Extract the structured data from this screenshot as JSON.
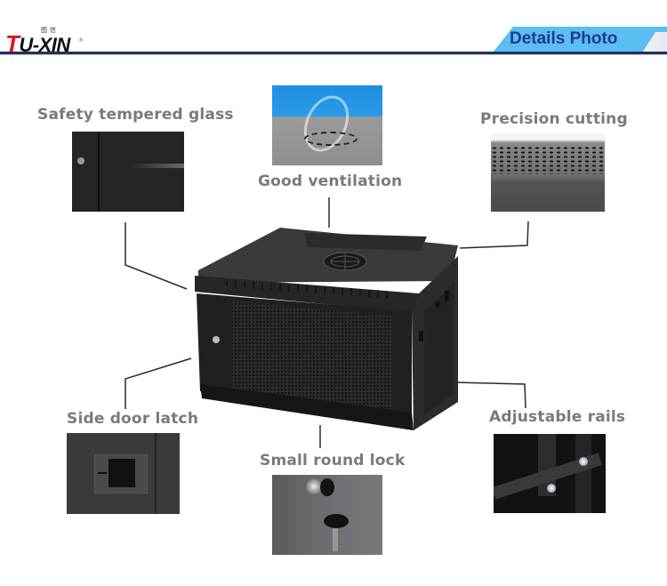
{
  "header": {
    "logo": {
      "text_first": "T",
      "text_rest": "U-XIN",
      "chinese": "图信",
      "registered": "®",
      "accent_color": "#d8151b"
    },
    "banner": {
      "title": "Details Photo",
      "background_color": "#5bbdf2",
      "text_color": "#1e3a8c"
    },
    "rule_color": "#24305e"
  },
  "main_product": {
    "name": "wall-mount-network-cabinet",
    "color": "#1b1b1b"
  },
  "features": [
    {
      "id": "safety-tempered-glass",
      "label": "Safety tempered glass",
      "icon": "glass-door-photo"
    },
    {
      "id": "good-ventilation",
      "label": "Good ventilation",
      "icon": "fan-airflow-photo"
    },
    {
      "id": "precision-cutting",
      "label": "Precision cutting",
      "icon": "perforated-panel-photo"
    },
    {
      "id": "side-door-latch",
      "label": "Side door latch",
      "icon": "latch-photo"
    },
    {
      "id": "small-round-lock",
      "label": "Small round lock",
      "icon": "key-lock-photo"
    },
    {
      "id": "adjustable-rails",
      "label": "Adjustable rails",
      "icon": "rails-photo"
    }
  ]
}
